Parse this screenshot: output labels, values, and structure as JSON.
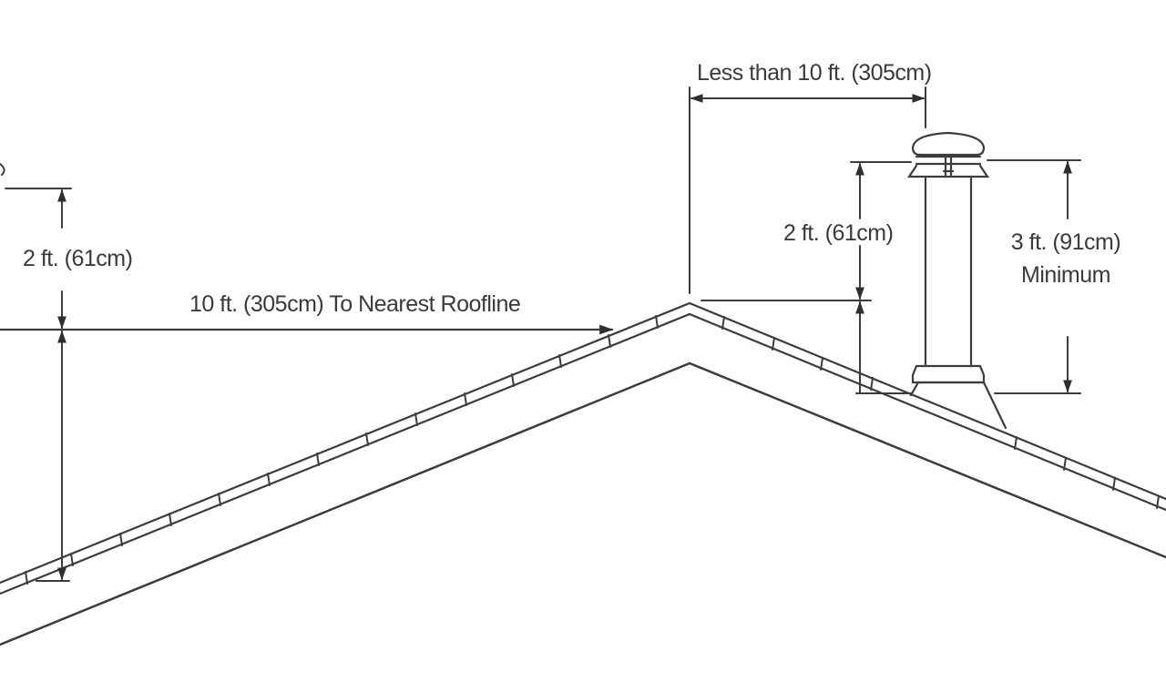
{
  "diagram": {
    "title": "Chimney / vent termination clearance above roof",
    "colors": {
      "line": "#3c3c3c",
      "background": "#ffffff",
      "text": "#3a3a3a"
    },
    "labels": {
      "less_than_10ft": "Less than 10 ft. (305cm)",
      "right_2ft": "2 ft. (61cm)",
      "three_ft": "3 ft. (91cm)",
      "minimum": "Minimum",
      "left_2ft": "2 ft. (61cm)",
      "ten_ft_roofline": "10 ft. (305cm) To Nearest Roofline"
    },
    "elements": [
      {
        "name": "roof-ridge",
        "description": "Gable roof with shingle strip and inner rafter line"
      },
      {
        "name": "chimney-pipe",
        "description": "Vertical vent pipe with rain cap and roof flashing"
      },
      {
        "name": "dimension-less-than-10ft",
        "description": "Horizontal dimension from ridge to chimney"
      },
      {
        "name": "dimension-2ft-right",
        "description": "Vertical dimension, ridge height to cap bottom"
      },
      {
        "name": "dimension-3ft-minimum",
        "description": "Vertical dimension, roof to cap bottom"
      },
      {
        "name": "dimension-10ft-roofline",
        "description": "Horizontal dimension to nearest roofline"
      },
      {
        "name": "dimension-2ft-left",
        "description": "Vertical dimension on left chimney"
      }
    ]
  }
}
